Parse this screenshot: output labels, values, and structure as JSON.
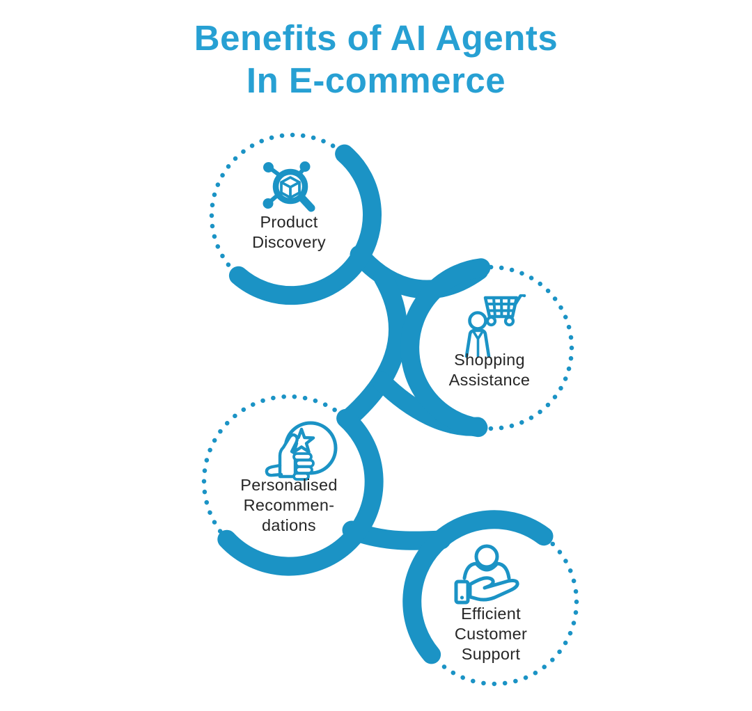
{
  "title": {
    "line1": "Benefits of AI Agents",
    "line2": "In E-commerce"
  },
  "colors": {
    "accent": "#1B93C5",
    "title": "#27A0D3",
    "text": "#262626",
    "background": "#FFFFFF"
  },
  "nodes": [
    {
      "id": "product-discovery",
      "label_lines": [
        "Product",
        "Discovery"
      ],
      "icon": "magnifier-cube-network-icon"
    },
    {
      "id": "shopping-assistance",
      "label_lines": [
        "Shopping",
        "Assistance"
      ],
      "icon": "person-shopping-cart-icon"
    },
    {
      "id": "personalised-recommendations",
      "label_lines": [
        "Personalised",
        "Recommen-",
        "dations"
      ],
      "icon": "thumbs-up-star-badge-icon"
    },
    {
      "id": "efficient-customer-support",
      "label_lines": [
        "Efficient",
        "Customer",
        "Support"
      ],
      "icon": "hand-holding-person-icon"
    }
  ]
}
